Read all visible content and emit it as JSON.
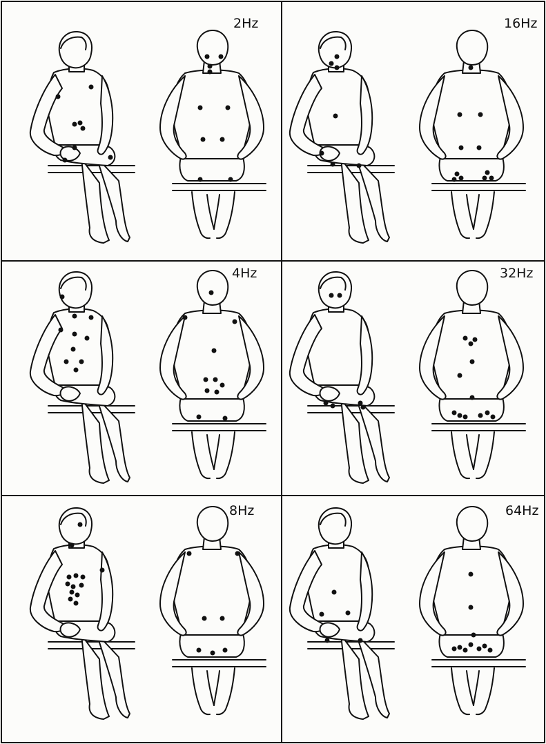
{
  "figure": {
    "panels": [
      {
        "label": "2Hz"
      },
      {
        "label": "16Hz"
      },
      {
        "label": "4Hz"
      },
      {
        "label": "32Hz"
      },
      {
        "label": "8Hz"
      },
      {
        "label": "64Hz"
      }
    ]
  }
}
